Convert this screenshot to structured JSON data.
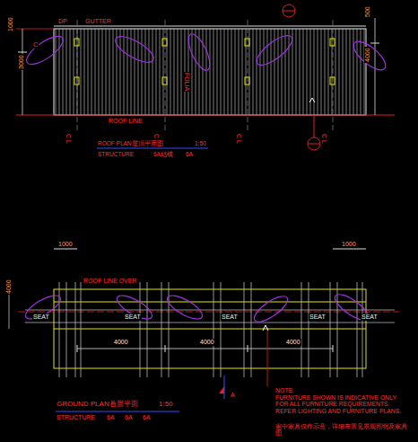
{
  "diagram": {
    "labels": [
      "DP",
      "GUTTER",
      "1000",
      "3000",
      "C",
      "FOLIA",
      "500",
      "4000",
      "ROOF LINE",
      "C L",
      "C L",
      "C L",
      "C L",
      "ROOF  PLAN屋頂平面图",
      "1:50",
      "STRUCTURE",
      "6A結構",
      "6A",
      "1000",
      "1000",
      "ROOF LINE OVER",
      "4000",
      "SEAT",
      "SEAT",
      "SEAT",
      "SEAT",
      "SEAT",
      "4000",
      "4000",
      "4000",
      "A",
      "NOTE",
      "FURNITURE SHOWN IS INDICATIVE ONLY FOR ALL FURNITURE REQUIREMENTS. REFER LIGHTING AND FURNITURE PLANS.",
      "家中家具仅作示意，详细布置见景观照明及家具图",
      "GROUND  PLAN首层平面",
      "1:50",
      "STRUCTURE",
      "6A",
      "6A",
      "6A"
    ]
  }
}
